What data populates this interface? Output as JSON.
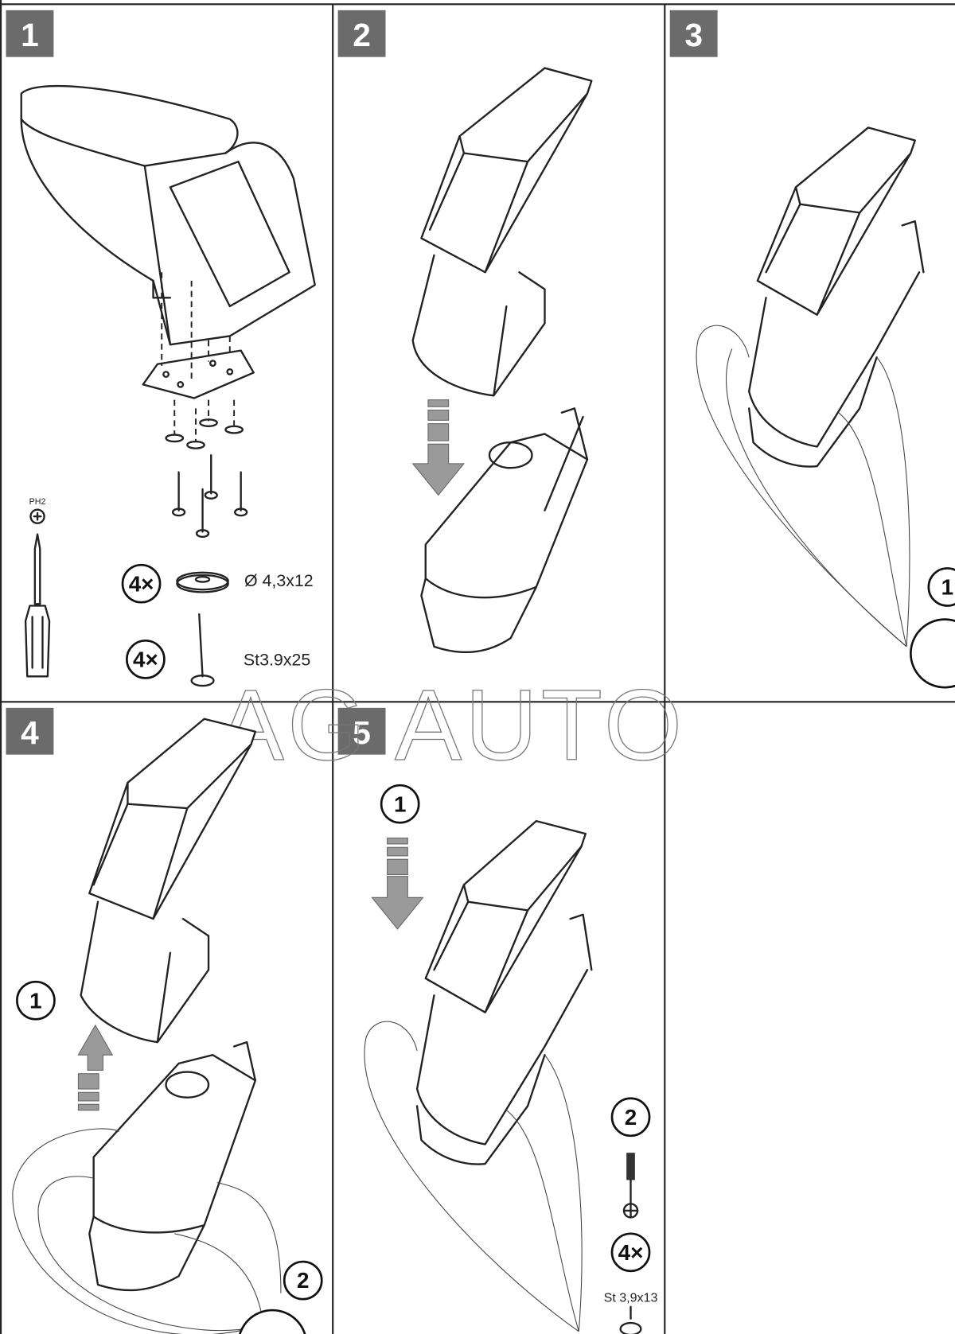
{
  "steps": [
    {
      "number": "1"
    },
    {
      "number": "2"
    },
    {
      "number": "3"
    },
    {
      "number": "4"
    },
    {
      "number": "5"
    }
  ],
  "step1": {
    "tool_label": "PH2",
    "washer_qty": "4×",
    "washer_spec": "Ø 4,3x12",
    "screw_qty": "4×",
    "screw_spec": "St3.9x25"
  },
  "step3": {
    "substep": "1"
  },
  "step4": {
    "substep_1": "1",
    "substep_2": "2"
  },
  "step5": {
    "substep_1": "1",
    "substep_2": "2",
    "screw_qty": "4×",
    "screw_spec": "St 3,9x13"
  },
  "watermark": "AG AUTO"
}
